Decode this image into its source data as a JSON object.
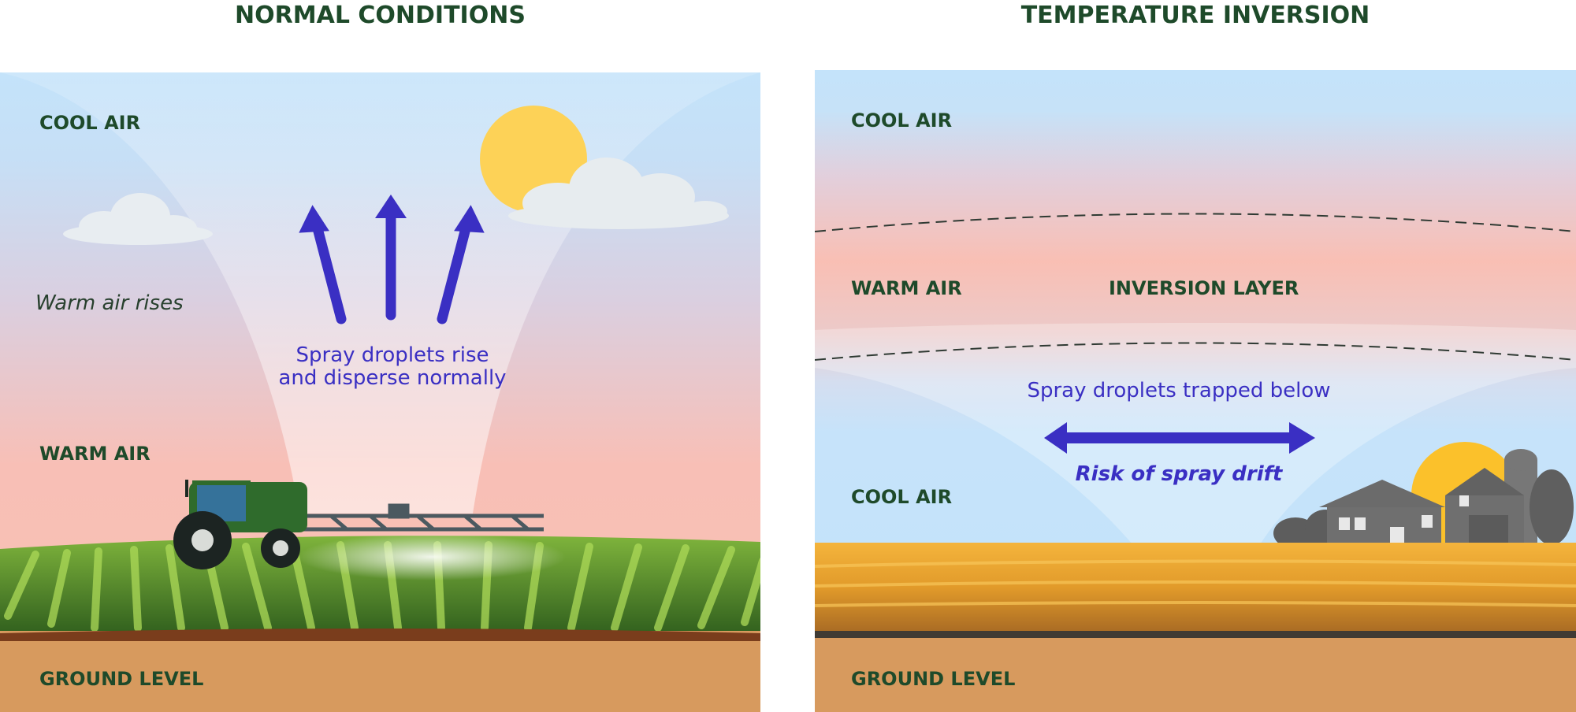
{
  "normal": {
    "title": "NORMAL CONDITIONS",
    "labels": {
      "cool_air": "COOL AIR",
      "warm_air_rises": "Warm air rises",
      "warm_air": "WARM AIR",
      "ground_level": "GROUND LEVEL",
      "spray_line1": "Spray droplets rise",
      "spray_line2": "and disperse normally"
    }
  },
  "inversion": {
    "title": "TEMPERATURE INVERSION",
    "labels": {
      "cool_air_top": "COOL AIR",
      "warm_air": "WARM AIR",
      "inversion_layer": "INVERSION LAYER",
      "spray_trapped": "Spray droplets trapped below",
      "risk": "Risk of spray drift",
      "cool_air_bottom": "COOL AIR",
      "ground_level": "GROUND LEVEL"
    }
  },
  "colors": {
    "title_green": "#1e4a2a",
    "arrow_purple": "#3a2fc3",
    "sky_blue": "#c4e3fa",
    "warm_pink": "#f8bfb4",
    "soil": "#d79a5e",
    "sun": "#fdd257",
    "wheat": "#e9a22d"
  }
}
